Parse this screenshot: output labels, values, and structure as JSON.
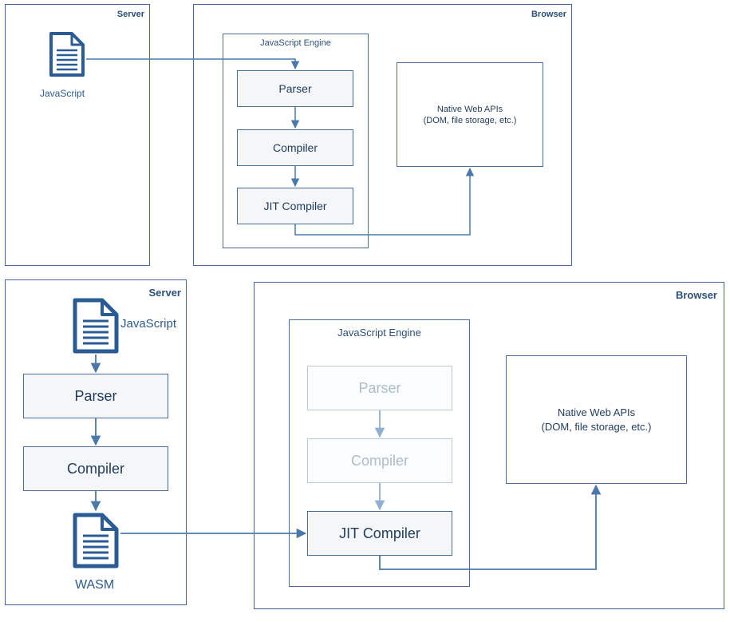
{
  "top": {
    "server_label": "Server",
    "browser_label": "Browser",
    "engine_label": "JavaScript Engine",
    "file_label": "JavaScript",
    "parser": "Parser",
    "compiler": "Compiler",
    "jit": "JIT Compiler",
    "native_title": "Native Web APIs",
    "native_sub": "(DOM, file storage, etc.)"
  },
  "bottom": {
    "server_label": "Server",
    "browser_label": "Browser",
    "engine_label": "JavaScript Engine",
    "file_label": "JavaScript",
    "server_parser": "Parser",
    "server_compiler": "Compiler",
    "wasm_label": "WASM",
    "parser": "Parser",
    "compiler": "Compiler",
    "jit": "JIT Compiler",
    "native_title": "Native Web APIs",
    "native_sub": "(DOM, file storage, etc.)"
  },
  "colors": {
    "line": "#4a78aa",
    "icon": "#2b5b94",
    "faded": "#b9c9da"
  },
  "icons": {
    "file": "document-icon"
  }
}
